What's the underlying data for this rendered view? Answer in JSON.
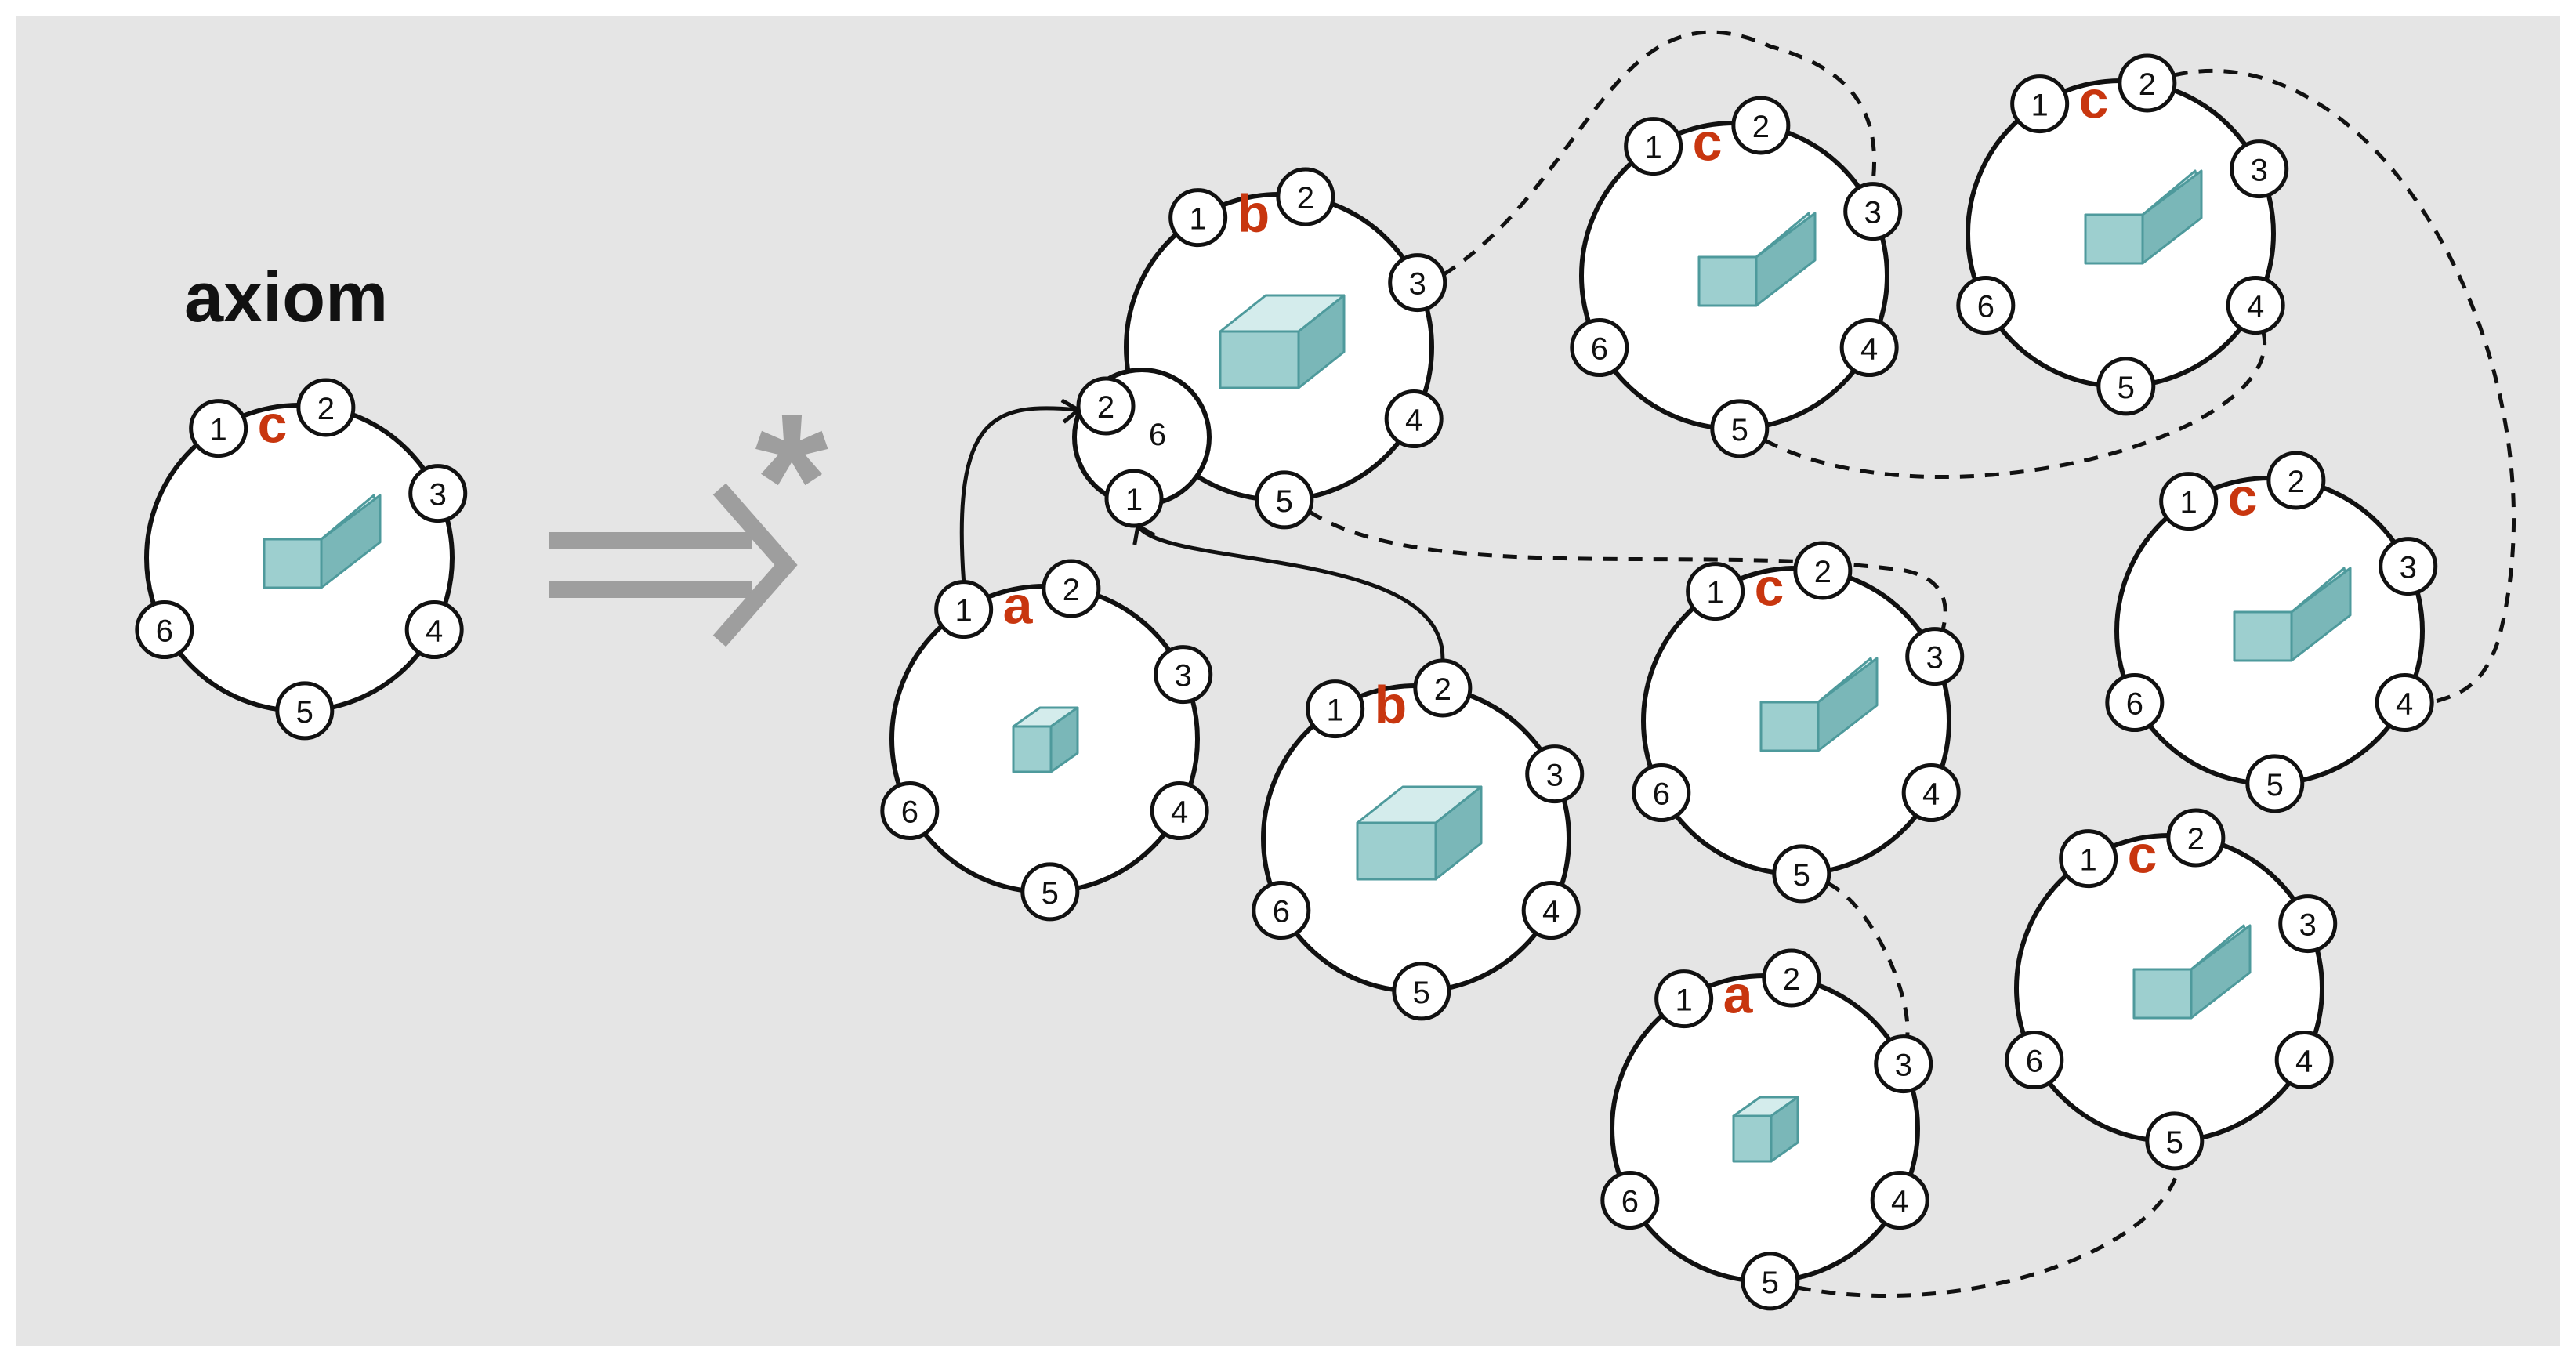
{
  "axiom_label": "axiom",
  "derivation_star": "*",
  "sub_node_label": "6",
  "port_labels": [
    "1",
    "2",
    "3",
    "4",
    "5",
    "6"
  ],
  "nodes": [
    {
      "id": "axiom",
      "label": "c",
      "shape": "wedge"
    },
    {
      "id": "b-top",
      "label": "b",
      "shape": "long-box"
    },
    {
      "id": "c-top-middle",
      "label": "c",
      "shape": "wedge"
    },
    {
      "id": "c-top-right",
      "label": "c",
      "shape": "wedge"
    },
    {
      "id": "a-left",
      "label": "a",
      "shape": "cube"
    },
    {
      "id": "b-bottom",
      "label": "b",
      "shape": "long-box"
    },
    {
      "id": "c-middle",
      "label": "c",
      "shape": "wedge"
    },
    {
      "id": "c-right",
      "label": "c",
      "shape": "wedge"
    },
    {
      "id": "a-bottom",
      "label": "a",
      "shape": "cube"
    },
    {
      "id": "c-bottom-right",
      "label": "c",
      "shape": "wedge"
    }
  ],
  "connections": [
    {
      "from": "a-left.1",
      "to": "b-top.sub.2",
      "style": "solid-arrow"
    },
    {
      "from": "b-bottom.2",
      "to": "b-top.sub.1",
      "style": "solid-arrow"
    },
    {
      "from": "b-top.3",
      "to": "c-top-middle.3",
      "style": "dashed"
    },
    {
      "from": "b-top.5",
      "to": "c-middle.3",
      "style": "dashed"
    },
    {
      "from": "c-top-middle.5",
      "to": "c-top-right.4",
      "style": "dashed"
    },
    {
      "from": "c-top-right.2",
      "to": "c-right.4",
      "style": "dashed"
    },
    {
      "from": "c-middle.5",
      "to": "a-bottom.3",
      "style": "dashed"
    },
    {
      "from": "a-bottom.5",
      "to": "c-bottom-right.5",
      "style": "dashed"
    }
  ]
}
